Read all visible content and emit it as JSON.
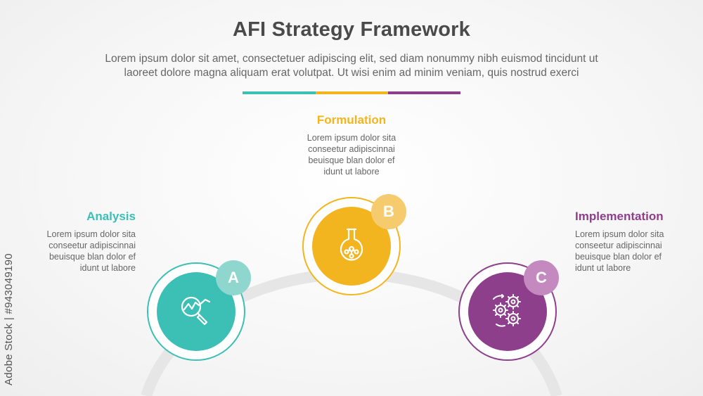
{
  "title": "AFI Strategy Framework",
  "subtitle_line1": "Lorem ipsum dolor sit amet, consectetuer adipiscing elit, sed diam nonummy nibh euismod tincidunt ut",
  "subtitle_line2": "laoreet dolore magna aliquam erat volutpat. Ut wisi enim ad minim veniam, quis nostrud exerci",
  "colors": {
    "teal": "#3cbfb4",
    "yellow": "#f3b51f",
    "purple": "#8e3f8c",
    "arc": "#e4e4e4"
  },
  "steps": [
    {
      "letter": "A",
      "heading": "Analysis",
      "text_lines": [
        "Lorem ipsum dolor sita",
        "conseetur adipiscinnai",
        "beuisque blan dolor ef",
        "idunt ut labore"
      ],
      "icon": "magnifier-chart-icon"
    },
    {
      "letter": "B",
      "heading": "Formulation",
      "text_lines": [
        "Lorem ipsum dolor sita",
        "conseetur adipiscinnai",
        "beuisque blan dolor ef",
        "idunt ut labore"
      ],
      "icon": "flask-icon"
    },
    {
      "letter": "C",
      "heading": "Implementation",
      "text_lines": [
        "Lorem ipsum dolor sita",
        "conseetur adipiscinnai",
        "beuisque blan dolor ef",
        "idunt ut labore"
      ],
      "icon": "gears-icon"
    }
  ],
  "watermark": "Adobe Stock | #943049190"
}
